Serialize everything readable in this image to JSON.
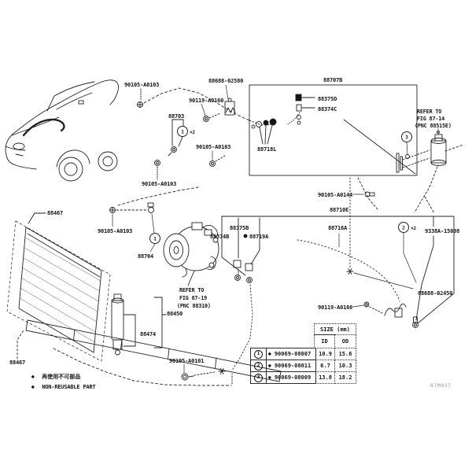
{
  "part_labels": [
    "90105-A0103",
    "88688-02580",
    "90119-A0160",
    "88707B",
    "88375D",
    "88374C",
    "88718L",
    "88703",
    "90105-A0103",
    "90105-A0103",
    "90105-A0144",
    "88710E",
    "88716A",
    "9338A-15008",
    "88688-02450",
    "90119-A0160",
    "90105-A0103",
    "88704",
    "88467",
    "88467",
    "88450",
    "88474",
    "88375B",
    "88374B",
    "88719A",
    "90105-A0101"
  ],
  "refer_notes": {
    "fig14": [
      "REFER TO",
      "FIG 87-14",
      "(PNC 88515E)"
    ],
    "fig19": [
      "REFER TO",
      "FIG 87-19",
      "(PNC 88310)"
    ]
  },
  "callouts": [
    {
      "n": "1",
      "qty": "×2"
    },
    {
      "n": "1",
      "qty": ""
    },
    {
      "n": "2",
      "qty": "×2"
    },
    {
      "n": "3",
      "qty": ""
    }
  ],
  "size_table": {
    "header": "SIZE (mm)",
    "col_id": "ID",
    "col_od": "OD",
    "bullet": "●",
    "rows": [
      {
        "n": "1",
        "part": "90069-08007",
        "id": "10.9",
        "od": "15.6"
      },
      {
        "n": "2",
        "part": "90069-08011",
        "id": "6.7",
        "od": "10.3"
      },
      {
        "n": "3",
        "part": "90069-08009",
        "id": "13.8",
        "od": "18.2"
      }
    ]
  },
  "legend": {
    "bullet": "●",
    "jp": "再使用不可部品",
    "en": "NON-REUSABLE PART"
  },
  "footer": {
    "code": "87M037"
  }
}
